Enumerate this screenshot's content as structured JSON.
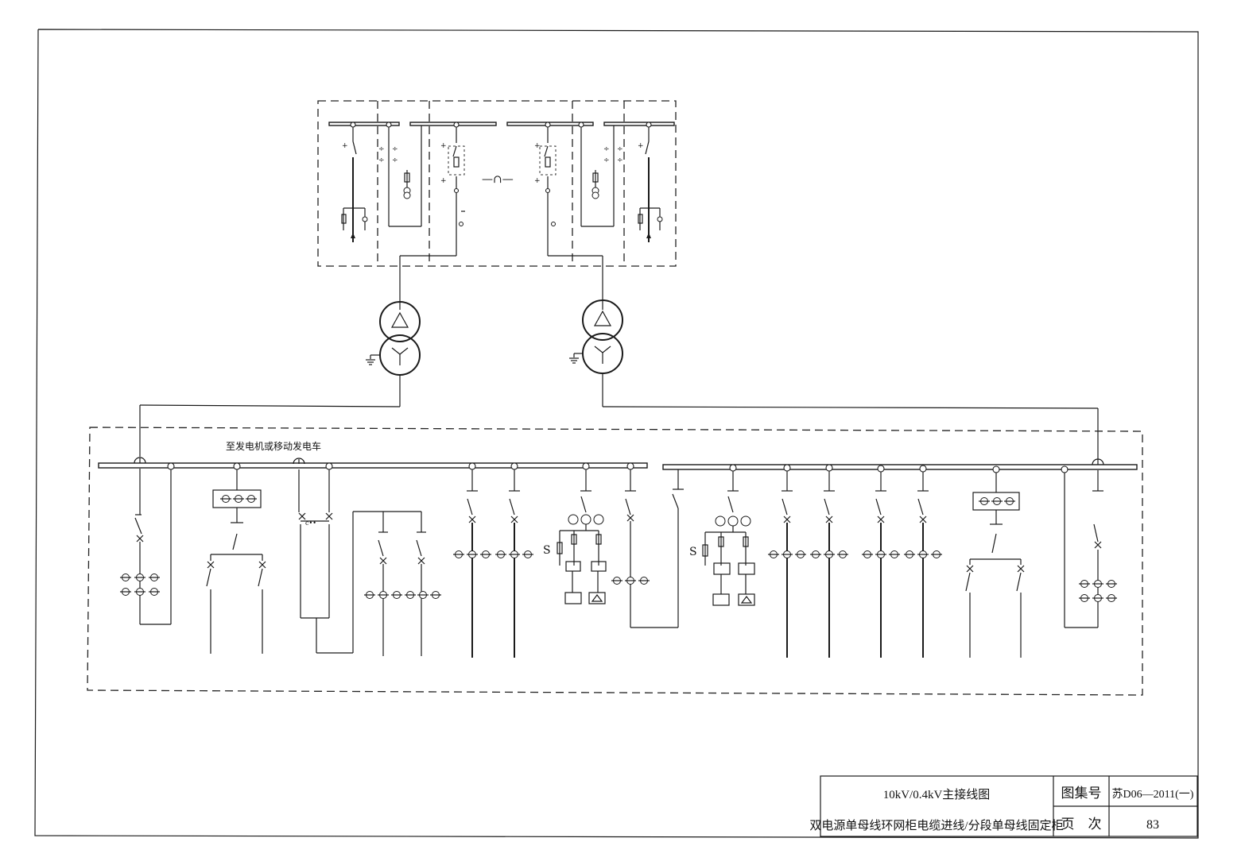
{
  "annotations": {
    "generator_note": "至发电机或移动发电车",
    "ring_tie_symbol": "—∩—"
  },
  "title_block": {
    "title_line1": "10kV/0.4kV主接线图",
    "title_line2": "双电源单母线环网柜电缆进线/分段单母线固定柜",
    "atlas_label": "图集号",
    "atlas_value": "苏D06—2011(一)",
    "page_label": "页　次",
    "page_value": "83"
  },
  "icons": {
    "transformer_primary": "delta-icon",
    "transformer_secondary": "wye-icon",
    "ground": "ground-icon",
    "current_transformer": "current-transformer-icon"
  },
  "colors": {
    "ink": "#1a1a1a",
    "paper": "#ffffff"
  }
}
